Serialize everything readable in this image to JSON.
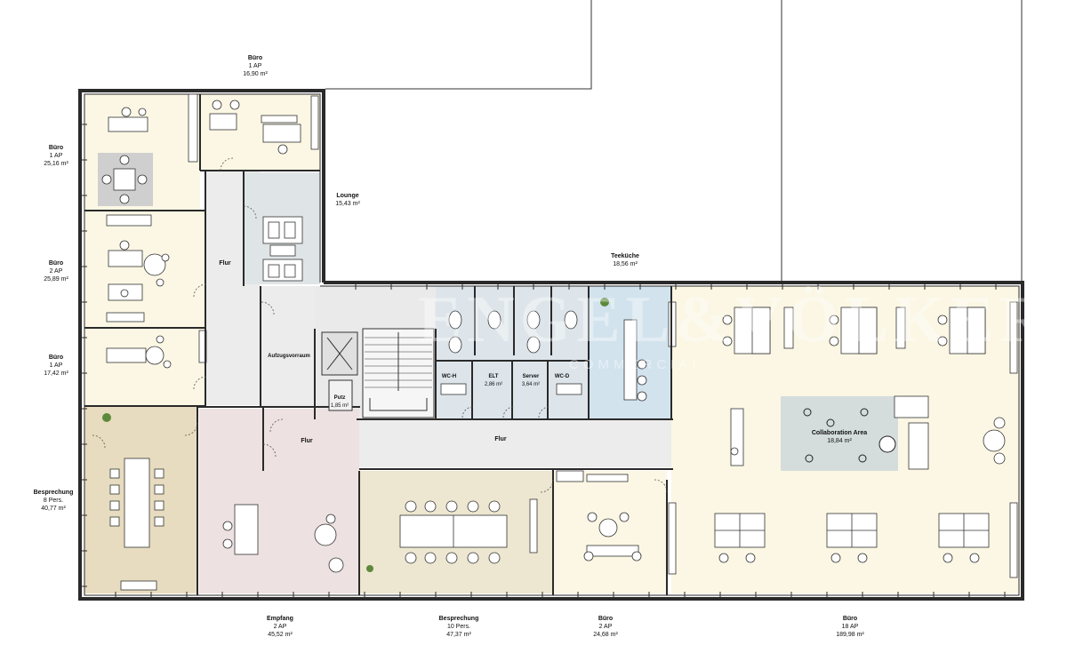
{
  "colors": {
    "office": "#fbf7e4",
    "corridor": "#ececec",
    "meeting": "#ede6d0",
    "meeting_left": "#e7dcbf",
    "reception": "#eee1e1",
    "tech": "#dee5ea",
    "kitchen": "#d2e3ee",
    "collab": "#d4dcdc",
    "wall": "#2a2a2a"
  },
  "rooms": {
    "buero_top": {
      "name": "Büro",
      "ap": "1 AP",
      "area": "16,90 m²"
    },
    "buero_l1": {
      "name": "Büro",
      "ap": "1 AP",
      "area": "25,16 m²"
    },
    "buero_l2": {
      "name": "Büro",
      "ap": "2 AP",
      "area": "25,89 m²"
    },
    "buero_l3": {
      "name": "Büro",
      "ap": "1 AP",
      "area": "17,42 m²"
    },
    "besprechung_l": {
      "name": "Besprechung",
      "ap": "8 Pers.",
      "area": "40,77 m²"
    },
    "lounge": {
      "name": "Lounge",
      "area": "15,43 m²"
    },
    "teekueche": {
      "name": "Teeküche",
      "area": "18,56 m²"
    },
    "flur_v": {
      "name": "Flur"
    },
    "aufzug": {
      "name": "Aufzugsvorraum"
    },
    "flur_s": {
      "name": "Flur"
    },
    "flur_m": {
      "name": "Flur"
    },
    "wch": {
      "name": "WC-H"
    },
    "elt": {
      "name": "ELT",
      "area": "2,86 m²"
    },
    "server": {
      "name": "Server",
      "area": "3,64 m²"
    },
    "wcd": {
      "name": "WC-D"
    },
    "putz": {
      "name": "Putz",
      "area": "1,85 m²"
    },
    "collab": {
      "name": "Collaboration Area",
      "area": "18,84 m²"
    },
    "empfang": {
      "name": "Empfang",
      "ap": "2 AP",
      "area": "45,52 m²"
    },
    "besprechung_b": {
      "name": "Besprechung",
      "ap": "10 Pers.",
      "area": "47,37 m²"
    },
    "buero_b": {
      "name": "Büro",
      "ap": "2 AP",
      "area": "24,68 m²"
    },
    "buero_open": {
      "name": "Büro",
      "ap": "18 AP",
      "area": "189,98 m²"
    }
  },
  "watermark": {
    "main": "ENGEL&VÖLKERS",
    "sub": "COMMERCIAL"
  }
}
